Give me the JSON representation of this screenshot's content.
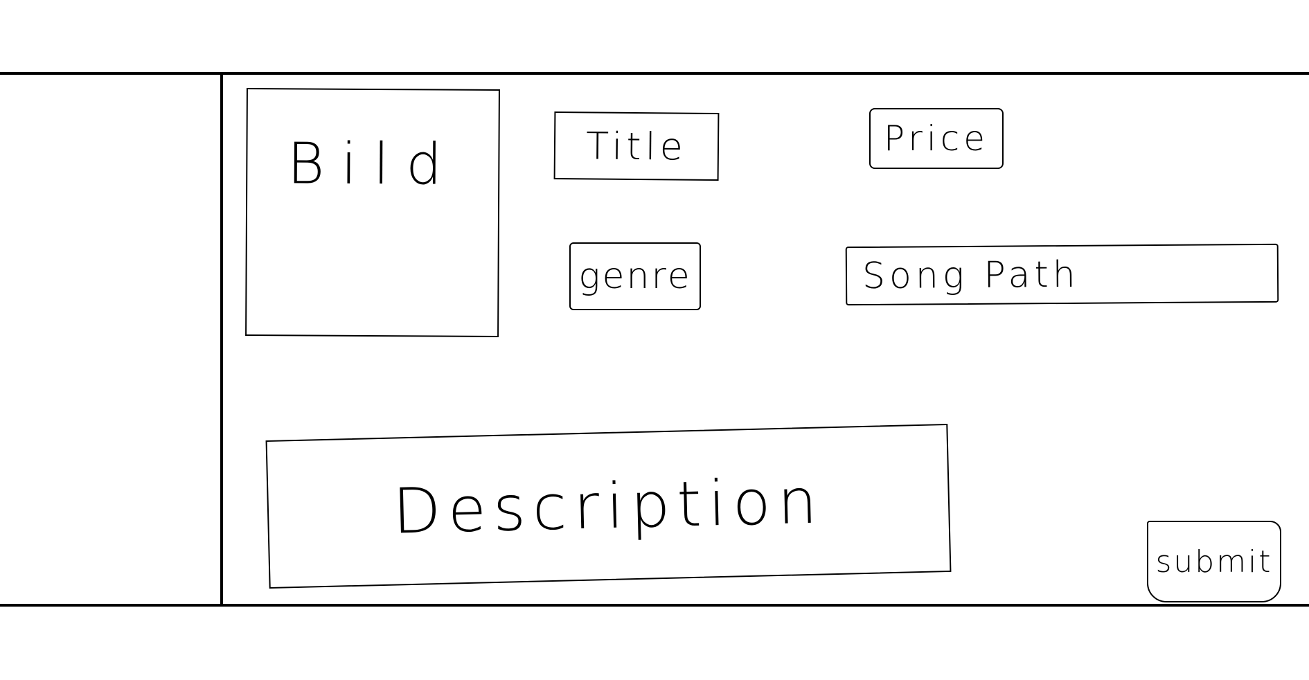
{
  "form": {
    "image_label": "Bild",
    "title_label": "Title",
    "price_label": "Price",
    "genre_label": "genre",
    "song_path_label": "Song Path",
    "description_label": "Description",
    "submit_label": "submit"
  }
}
